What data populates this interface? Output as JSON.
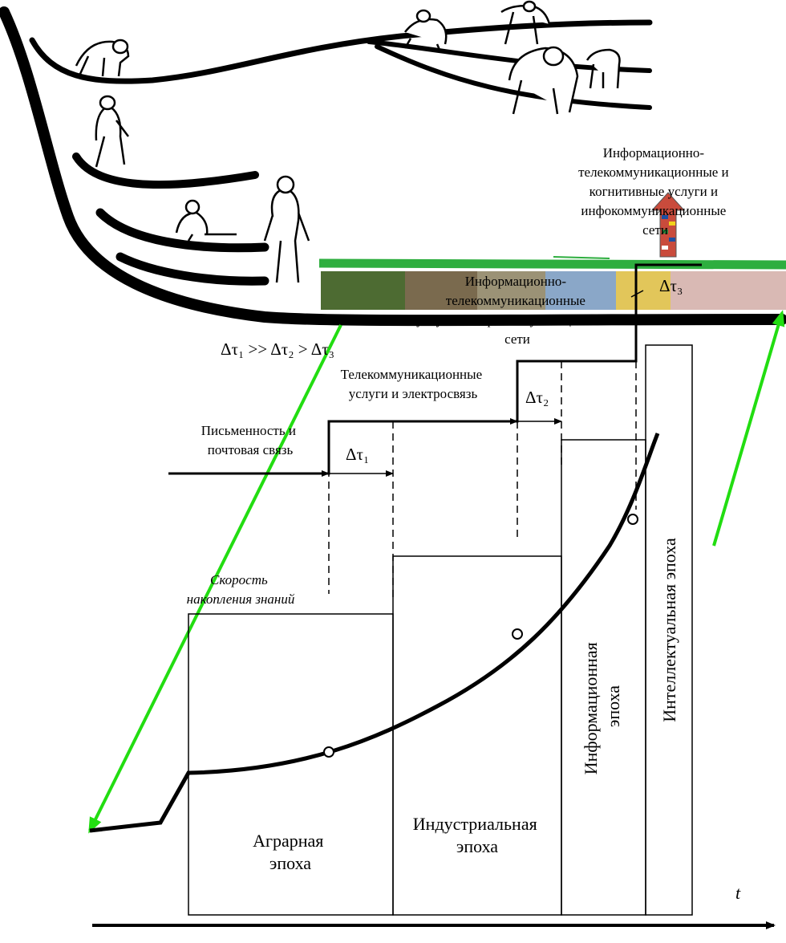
{
  "colors": {
    "arrow_green": "#22dd11",
    "band_green": "#2eae3f",
    "ink": "#000000",
    "photo_1": "#4d6b32",
    "photo_2": "#7a6a4e",
    "photo_3": "#9b9276",
    "photo_4": "#8aa7c8",
    "photo_5": "#e2c65a",
    "photo_6": "#d9b9b4"
  },
  "icons": [
    "primate-figure-icon",
    "flag-arrow-icon",
    "photo-strip"
  ],
  "labels": {
    "writing": [
      "Письменность и",
      "почтовая связь"
    ],
    "telecom": [
      "Телекоммуникационные",
      "услуги и электросвязь"
    ],
    "info_telecom": [
      "Информационно-",
      "телекоммуникационные",
      "услуги и инфокоммуникационные",
      "сети"
    ],
    "cognitive": [
      "Информационно-",
      "телекоммуникационные и",
      "когнитивные услуги и",
      "инфокоммуникационные",
      "сети"
    ],
    "knowledge": [
      "Скорость",
      "накопления знаний"
    ],
    "tau_relation": "Δτ₁ >> Δτ₂ > Δτ₃",
    "tau1": "Δτ₁",
    "tau2": "Δτ₂",
    "tau3": "Δτ₃",
    "t_axis": "t"
  },
  "eras": {
    "agrarian": [
      "Аграрная",
      "эпоха"
    ],
    "industrial": [
      "Индустриальная",
      "эпоха"
    ],
    "information": [
      "Информационная",
      "эпоха"
    ],
    "intellectual": "Интеллектуальная эпоха"
  }
}
